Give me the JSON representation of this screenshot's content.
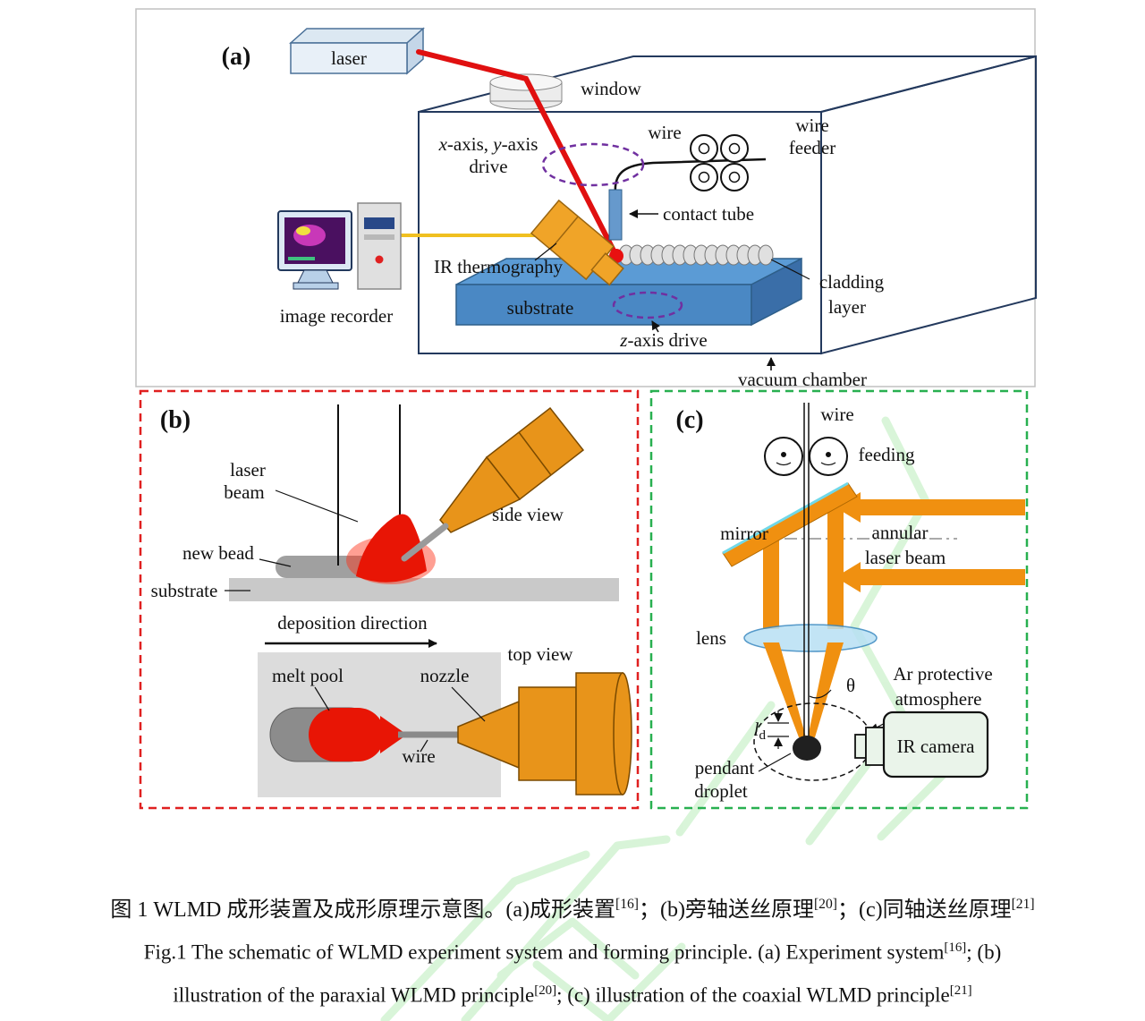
{
  "panel_a": {
    "tag": "(a)",
    "laser_label": "laser",
    "window_label": "window",
    "xy_drive": {
      "x_var": "x",
      "seg1": "-axis, ",
      "y_var": "y",
      "seg2": "-axis",
      "line2": "drive"
    },
    "wire_label": "wire",
    "wire_feeder_line1": "wire",
    "wire_feeder_line2": "feeder",
    "contact_tube_label": "contact tube",
    "ir_thermography_label": "IR thermography",
    "image_recorder_label": "image recorder",
    "substrate_label": "substrate",
    "cladding_line1": "cladding",
    "cladding_line2": "layer",
    "z_drive": {
      "z_var": "z",
      "seg": "-axis drive"
    },
    "vacuum_chamber_label": "vacuum chamber"
  },
  "panel_b": {
    "tag": "(b)",
    "laser_beam_line1": "laser",
    "laser_beam_line2": "beam",
    "side_view_label": "side view",
    "new_bead_label": "new bead",
    "substrate_label": "substrate",
    "deposition_direction_label": "deposition direction",
    "top_view_label": "top view",
    "melt_pool_label": "melt pool",
    "nozzle_label": "nozzle",
    "wire_label": "wire"
  },
  "panel_c": {
    "tag": "(c)",
    "wire_label": "wire",
    "feeding_label": "feeding",
    "mirror_label": "mirror",
    "annular_label": "annular",
    "laser_beam_label": "laser beam",
    "lens_label": "lens",
    "theta_label": "θ",
    "ld": {
      "l_var": "l",
      "sub": "d"
    },
    "ar_line1": "Ar protective",
    "ar_line2": "atmosphere",
    "pendant_line1": "pendant",
    "pendant_line2": "droplet",
    "ir_camera_label": "IR camera"
  },
  "colors": {
    "laser_red": "#e01010",
    "nozzle_orange": "#e8941a",
    "beam_orange": "#f09010",
    "substrate_blue": "#4a88c4",
    "panel_b_border": "#e02020",
    "panel_c_border": "#28b050",
    "drive_ellipse_purple": "#7030a0"
  },
  "caption": {
    "zh": {
      "part1": "图 1 WLMD 成形装置及成形原理示意图。(a)成形装置",
      "sup1": "[16]",
      "part2": "；(b)旁轴送丝原理",
      "sup2": "[20]",
      "part3": "；(c)同轴送丝原理",
      "sup3": "[21]"
    },
    "en1": {
      "part1": "Fig.1 The schematic of WLMD experiment system and forming principle. (a) Experiment system",
      "sup1": "[16]",
      "part2": "; (b)"
    },
    "en2": {
      "part1": "illustration of the paraxial WLMD principle",
      "sup1": "[20]",
      "part2": "; (c) illustration of the coaxial WLMD principle",
      "sup2": "[21]"
    }
  }
}
